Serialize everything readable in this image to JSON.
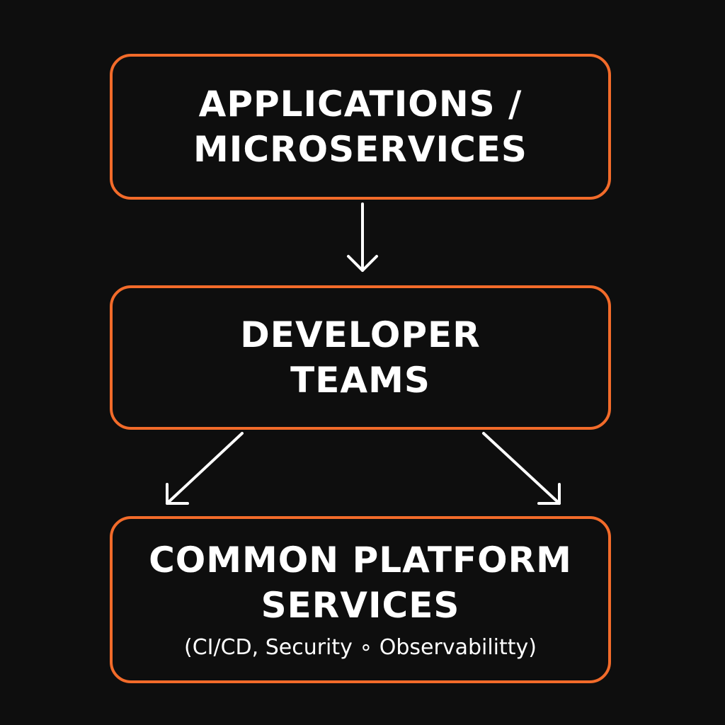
{
  "boxes": [
    {
      "lines": [
        "APPLICATIONS /",
        "MICROSERVICES"
      ]
    },
    {
      "lines": [
        "DEVELOPER",
        "TEAMS"
      ]
    },
    {
      "lines": [
        "COMMON PLATFORM",
        "SERVICES"
      ],
      "subtitle": "(CI/CD, Security ∘ Observabilitty)"
    }
  ],
  "colors": {
    "accent": "#f26b2a",
    "background": "#0e0e0e",
    "text": "#ffffff"
  }
}
